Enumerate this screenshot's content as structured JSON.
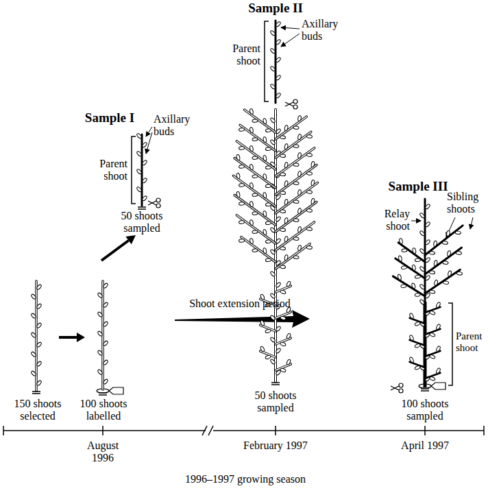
{
  "diagram": {
    "labels": [
      "Sample I",
      "Axillary buds",
      "Parent shoot",
      "50 shoots sampled",
      "Sample II",
      "Axillary buds",
      "Parent shoot",
      "50 shoots sampled",
      "Sample III",
      "Relay shoot",
      "Sibling shoots",
      "Parent shoot",
      "100 shoots sampled",
      "150 shoots selected",
      "100 shoots labelled",
      "Shoot extension period",
      "August 1996",
      "February 1997",
      "April 1997",
      "1996–1997 growing season"
    ]
  }
}
